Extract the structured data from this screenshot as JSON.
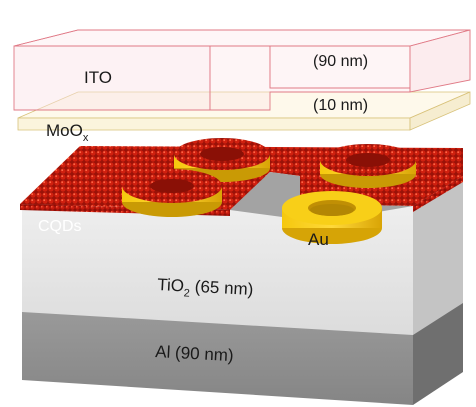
{
  "layers": {
    "ito": {
      "label": "ITO",
      "thickness": "(90 nm)"
    },
    "moox": {
      "label_main": "MoO",
      "label_sub": "x",
      "thickness": "(10 nm)"
    },
    "cqd": {
      "label": "CQDs"
    },
    "au": {
      "label": "Au"
    },
    "tio2": {
      "label_main": "TiO",
      "label_sub": "2",
      "thickness": " (65 nm)"
    },
    "al": {
      "label": "Al (90 nm)"
    }
  },
  "colors": {
    "ito_outline": "#e07a86",
    "ito_fill": "#fbe3e6",
    "moox_outline": "#d8c27a",
    "moox_fill": "#fbf4dd",
    "cqd": "#c41a0e",
    "cqd_dark": "#8e0f07",
    "gold": "#f3c212",
    "gold_dark": "#c99a05",
    "tio2_top": "#f4f4f4",
    "tio2_front": "#e6e6e6",
    "tio2_side": "#c9c9c9",
    "al_top": "#b4b4b4",
    "al_front": "#8e8e8e",
    "al_side": "#6e6e6e"
  }
}
